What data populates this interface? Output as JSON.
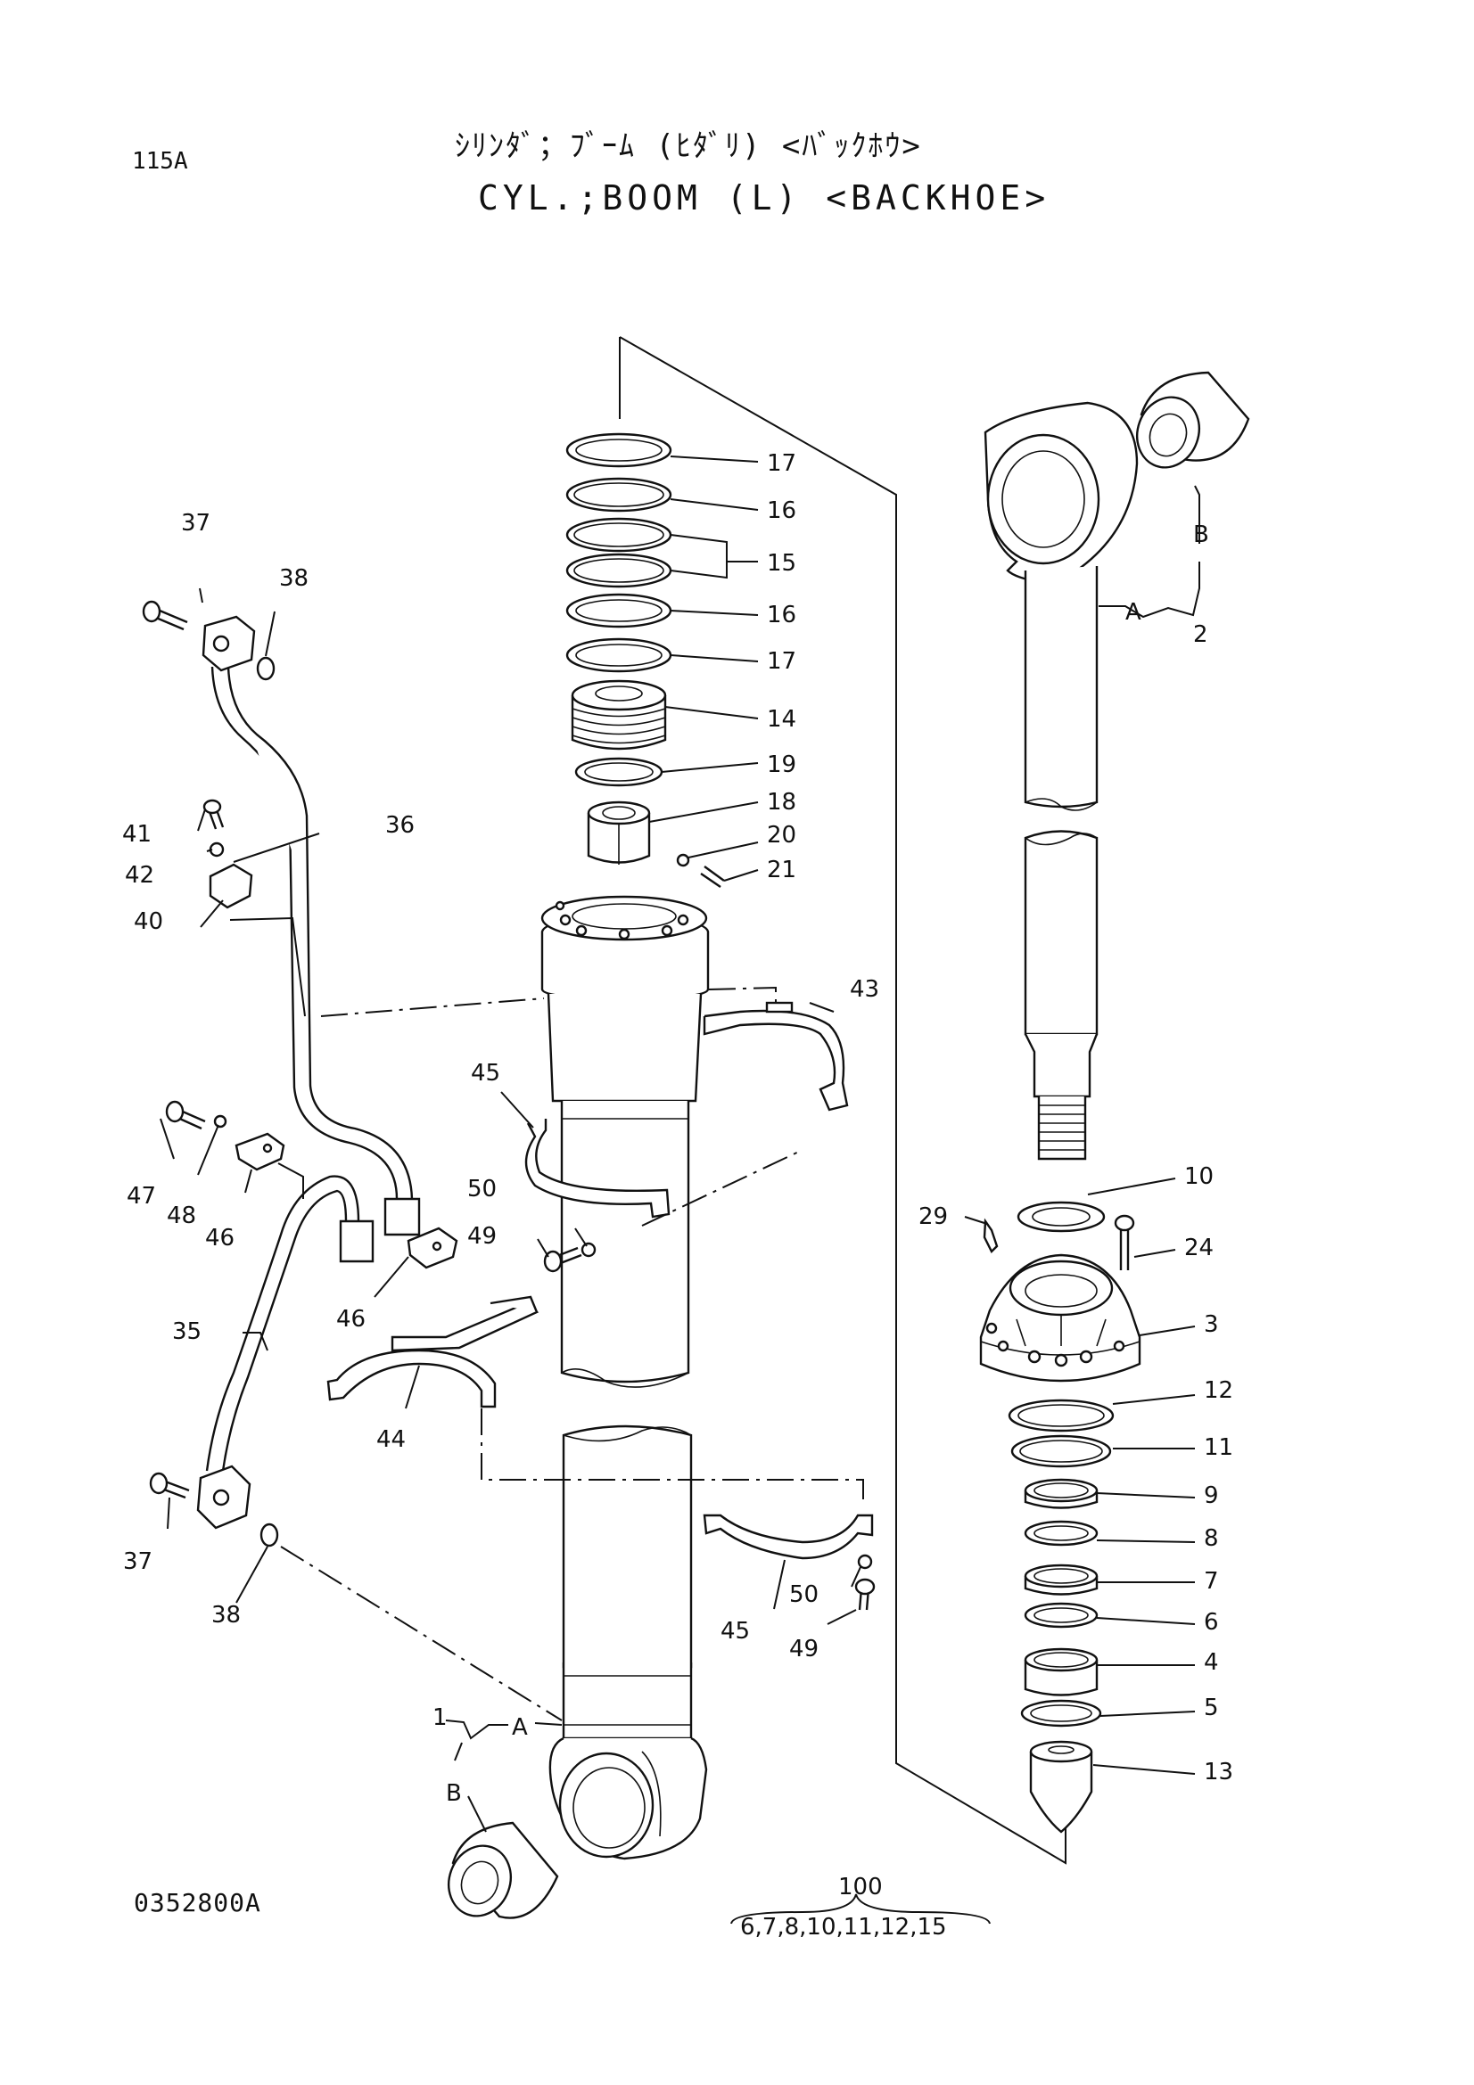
{
  "header": {
    "page_number": "115A",
    "title_jp": "ｼﾘﾝﾀﾞ；ﾌﾞｰﾑ (ﾋﾀﾞﾘ) <ﾊﾞｯｸﾎｳ>",
    "title_en": "CYL.;BOOM (L) <BACKHOE>"
  },
  "footer": {
    "drawing_number": "0352800A",
    "kit_number": "100",
    "kit_contents": "6,7,8,10,11,12,15"
  },
  "callouts": {
    "c1": "1",
    "c2": "2",
    "c3": "3",
    "c4": "4",
    "c5": "5",
    "c6": "6",
    "c7": "7",
    "c8": "8",
    "c9": "9",
    "c10": "10",
    "c11": "11",
    "c12": "12",
    "c13": "13",
    "c14": "14",
    "c15": "15",
    "c16a": "16",
    "c16b": "16",
    "c17a": "17",
    "c17b": "17",
    "c18": "18",
    "c19": "19",
    "c20": "20",
    "c21": "21",
    "c24": "24",
    "c29": "29",
    "c35": "35",
    "c36": "36",
    "c37a": "37",
    "c37b": "37",
    "c38a": "38",
    "c38b": "38",
    "c40": "40",
    "c41": "41",
    "c42": "42",
    "c43": "43",
    "c44": "44",
    "c45a": "45",
    "c45b": "45",
    "c46a": "46",
    "c46b": "46",
    "c47": "47",
    "c48": "48",
    "c49a": "49",
    "c49b": "49",
    "c50a": "50",
    "c50b": "50",
    "sub_a_rod": "A",
    "sub_b_rod": "B",
    "sub_a_tube": "A",
    "sub_b_tube": "B"
  }
}
